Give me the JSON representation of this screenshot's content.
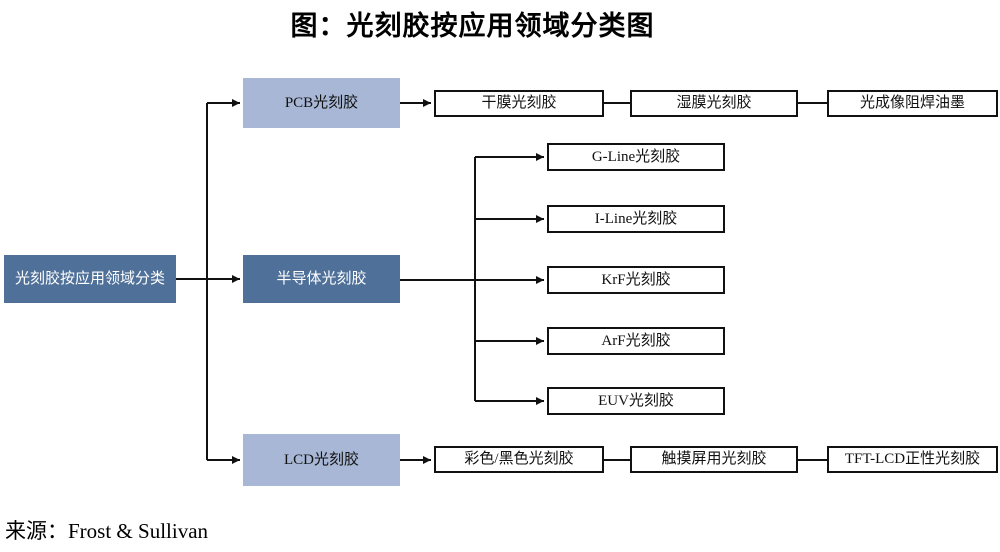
{
  "title": "图：光刻胶按应用领域分类图",
  "source_note": "来源：Frost & Sullivan",
  "colors": {
    "dark_blue": "#4f7099",
    "light_blue": "#a8b7d5",
    "line_black": "#111111",
    "node_text_light": "#ffffff",
    "node_text_dark": "#111111"
  },
  "root": {
    "label": "光刻胶按应用领域分类"
  },
  "categories": {
    "pcb": {
      "label": "PCB光刻胶",
      "children": [
        "干膜光刻胶",
        "湿膜光刻胶",
        "光成像阻焊油墨"
      ]
    },
    "semiconductor": {
      "label": "半导体光刻胶",
      "children": [
        "G-Line光刻胶",
        "I-Line光刻胶",
        "KrF光刻胶",
        "ArF光刻胶",
        "EUV光刻胶"
      ]
    },
    "lcd": {
      "label": "LCD光刻胶",
      "children": [
        "彩色/黑色光刻胶",
        "触摸屏用光刻胶",
        "TFT-LCD正性光刻胶"
      ]
    }
  }
}
